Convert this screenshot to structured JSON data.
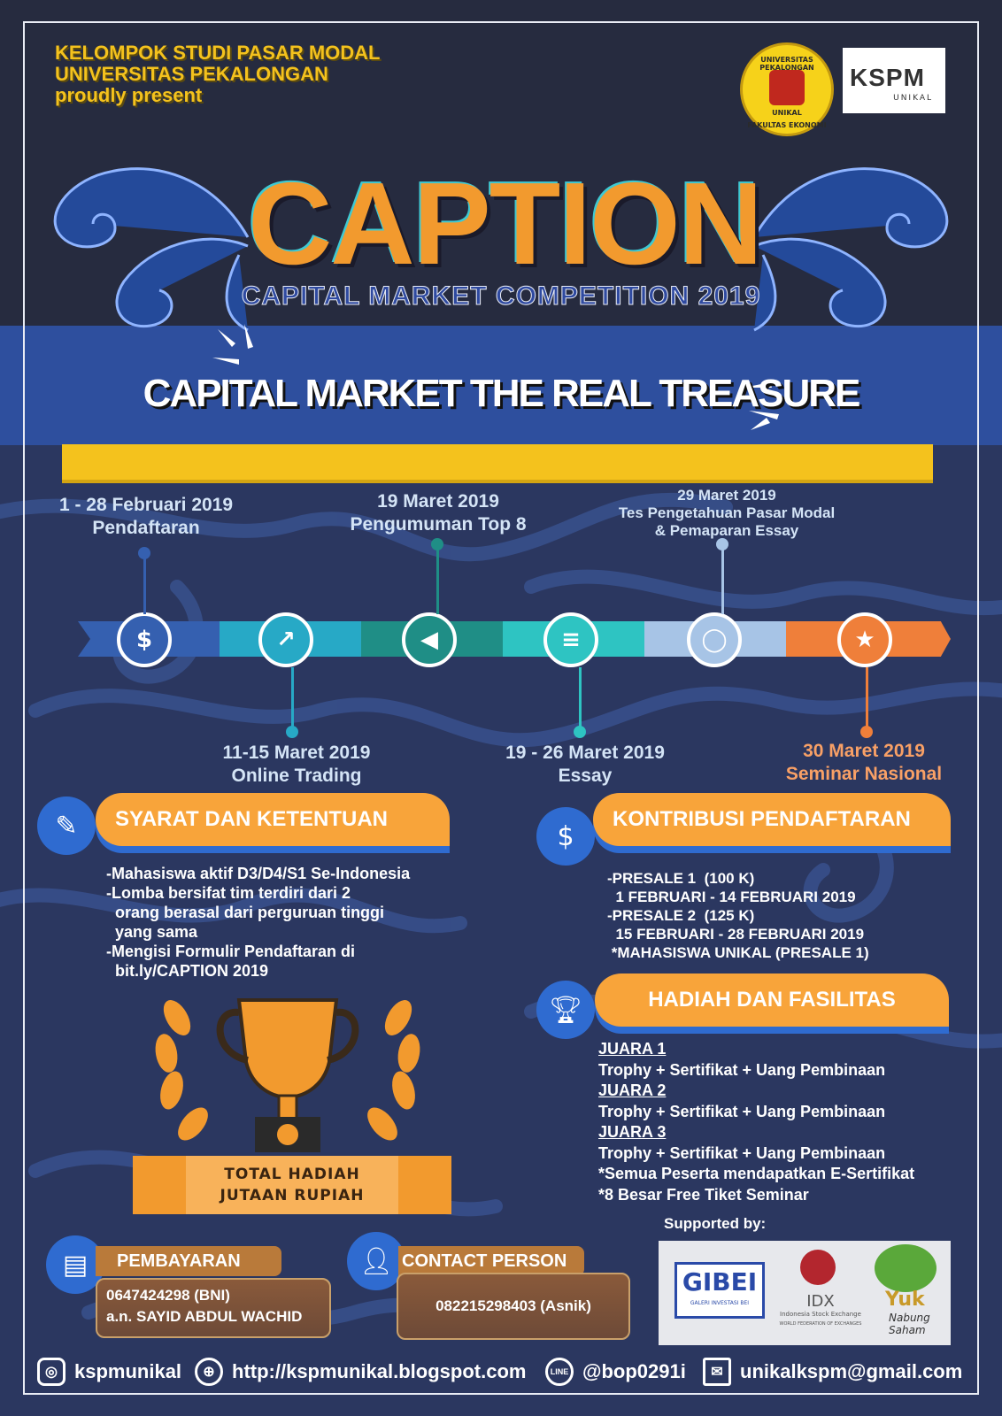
{
  "organizer": {
    "line1": "KELOMPOK STUDI PASAR MODAL",
    "line2": "UNIVERSITAS PEKALONGAN",
    "line3": "proudly present"
  },
  "logos": {
    "university_ring": "UNIVERSITAS PEKALONGAN",
    "university_center": "UNIKAL",
    "university_bottom": "FAKULTAS EKONOMI",
    "kspm": "KSPM",
    "kspm_sub": "UNIKAL"
  },
  "title": "CAPTION",
  "subtitle": "CAPITAL MARKET COMPETITION 2019",
  "tagline": "CAPITAL MARKET THE REAL TREASURE",
  "timeline": [
    {
      "date": "1 - 28 Februari 2019",
      "event": "Pendaftaran",
      "icon": "money-gear-icon",
      "color": "#3560b0"
    },
    {
      "date": "11-15 Maret 2019",
      "event": "Online Trading",
      "icon": "chart-icon",
      "color": "#27a9c6"
    },
    {
      "date": "19 Maret 2019",
      "event": "Pengumuman Top 8",
      "icon": "megaphone-icon",
      "color": "#1f8e86"
    },
    {
      "date": "19 - 26 Maret 2019",
      "event": "Essay",
      "icon": "document-icon",
      "color": "#2ec4c2"
    },
    {
      "date": "29 Maret 2019",
      "event": "Tes Pengetahuan Pasar Modal",
      "event2": "& Pemaparan Essay",
      "icon": "lightbulb-icon",
      "color": "#a7c4e6"
    },
    {
      "date": "30 Maret 2019",
      "event": "Seminar Nasional",
      "icon": "star-icon",
      "color": "#ef7f3a"
    }
  ],
  "syarat": {
    "title": "SYARAT DAN KETENTUAN",
    "lines": [
      "-Mahasiswa aktif D3/D4/S1 Se-Indonesia",
      "-Lomba bersifat tim terdiri dari 2",
      "  orang berasal dari perguruan tinggi",
      "  yang sama",
      "-Mengisi Formulir Pendaftaran di",
      "  bit.ly/CAPTION 2019"
    ]
  },
  "kontribusi": {
    "title": "KONTRIBUSI PENDAFTARAN",
    "lines": [
      "-PRESALE 1  (100 K)",
      "  1 FEBRUARI - 14 FEBRUARI 2019",
      "-PRESALE 2  (125 K)",
      "  15 FEBRUARI - 28 FEBRUARI 2019",
      " *MAHASISWA UNIKAL (PRESALE 1)"
    ]
  },
  "hadiah": {
    "title": "HADIAH DAN FASILITAS",
    "juara1": "JUARA 1",
    "juara2": "JUARA 2",
    "juara3": "JUARA 3",
    "prize": "Trophy + Sertifikat + Uang Pembinaan",
    "note1": "*Semua Peserta mendapatkan E-Sertifikat",
    "note2": "*8 Besar Free Tiket Seminar"
  },
  "total_hadiah": {
    "line1": "TOTAL HADIAH",
    "line2": "JUTAAN RUPIAH"
  },
  "pembayaran": {
    "title": "PEMBAYARAN",
    "account": "0647424298 (BNI)",
    "name": "a.n. SAYID ABDUL WACHID"
  },
  "contact": {
    "title": "CONTACT PERSON",
    "phone": "082215298403 (Asnik)"
  },
  "supported": {
    "label": "Supported by:",
    "gibei": "GIBEI",
    "gibei_sub": "GALERI INVESTASI BEI",
    "idx": "IDX",
    "idx_sub": "Indonesia Stock Exchange",
    "wfe": "WORLD FEDERATION OF EXCHANGES",
    "yuk": "Yuk",
    "yuk_sub1": "Nabung",
    "yuk_sub2": "Saham"
  },
  "footer": {
    "instagram": "kspmunikal",
    "website": "http://kspmunikal.blogspot.com",
    "line": "@bop0291i",
    "email": "unikalkspm@gmail.com"
  },
  "colors": {
    "navy": "#262b3f",
    "blue_band": "#2e4f9e",
    "yellow": "#f4c21d",
    "orange": "#f8a43a",
    "accent_blue": "#2f6bd0"
  }
}
